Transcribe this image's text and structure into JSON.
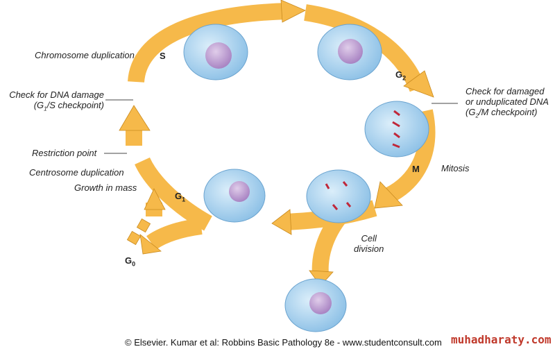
{
  "colors": {
    "arrow": "#f6b94a",
    "arrow_edge": "#c98a1e",
    "cell": "#a9d2ee",
    "nucleus": "#b48fc9",
    "chromosome": "#c0283a"
  },
  "labels": {
    "chromosome_duplication": "Chromosome duplication",
    "check_dna_1": "Check for DNA damage",
    "check_dna_2": "(G",
    "check_dna_sub": "1",
    "check_dna_3": "/S checkpoint)",
    "restriction": "Restriction point",
    "centrosome": "Centrosome duplication",
    "growth": "Growth in mass",
    "g2m_1": "Check for damaged",
    "g2m_2": "or unduplicated DNA",
    "g2m_3": "(G",
    "g2m_sub": "2",
    "g2m_4": "/M checkpoint)",
    "mitosis": "Mitosis",
    "cell_division_1": "Cell",
    "cell_division_2": "division"
  },
  "phases": {
    "s": "S",
    "g2": "G",
    "g2_sub": "2",
    "m": "M",
    "g1": "G",
    "g1_sub": "1",
    "g0": "G",
    "g0_sub": "0"
  },
  "credit": "© Elsevier. Kumar et al: Robbins Basic Pathology 8e - www.studentconsult.com",
  "watermark": "muhadharaty.com"
}
